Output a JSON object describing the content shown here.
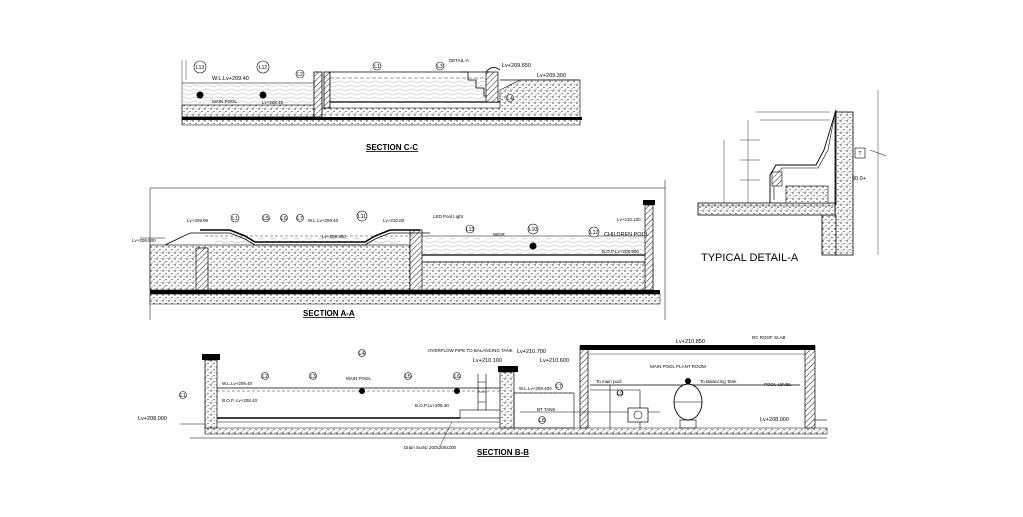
{
  "colors": {
    "ink": "#000000",
    "hatch": "#333333",
    "paper": "#ffffff"
  },
  "section_cc": {
    "title": "SECTION C-C",
    "tags": [
      "L13",
      "L12",
      "L2",
      "L1",
      "L3",
      "L4"
    ],
    "labels": {
      "main_pool": "MAIN POOL",
      "wl": "W.L.Lv+209.40",
      "bl": "Lv+208.40",
      "detail_a": "DETAIL-A",
      "lv_top": "Lv+209.650",
      "lv_right": "Lv+209.300"
    }
  },
  "section_aa": {
    "title": "SECTION A-A",
    "tags": [
      "L1",
      "L5",
      "L6",
      "L7",
      "L11",
      "L13",
      "L10",
      "L12"
    ],
    "labels": {
      "lv_left": "Lv+209.90",
      "lv_left2": "Lv+209.500",
      "wl_mid": "W.L.Lv+209.40",
      "lv_mid": "Lv+209.300",
      "lv_mid2": "Lv+210.00",
      "note": "LED Pool Light",
      "weir": "WEIR",
      "children_pool": "CHILDREN POOL",
      "lv_right": "Lv+210.100",
      "bop": "B.O.P Lv+208.900"
    }
  },
  "section_bb": {
    "title": "SECTION B-B",
    "tags": [
      "L1",
      "L2",
      "L3",
      "L4",
      "L5",
      "L6",
      "L7",
      "L8",
      "L9"
    ],
    "labels": {
      "lv_left": "Lv+208.000",
      "wl": "W.L.Lv+209.40",
      "bop_left": "B.O.P. Lv+208.40",
      "main_pool": "MAIN POOL",
      "bop_mid": "B.O.P.Lv+208.30",
      "lv_top1": "Lv+210.100",
      "lv_top2": "Lv+210.700",
      "lv_top3": "Lv+210.600",
      "lv_roof": "Lv+210.850",
      "wl2": "W.L.Lv+209.400",
      "balancing_tank": "BT TANK",
      "plant_room": "MAIN POOL PLANT ROOM",
      "to_pool": "To main pool",
      "to_balance": "To Balancing Tank",
      "pool_level": "POOL LEVEL",
      "roof_note": "RC ROOF SLAB",
      "lv_right": "Lv+208.000",
      "drain_note": "Drain Sump 200x200x200",
      "note_left": "OVERFLOW PIPE TO BALANCING TANK"
    }
  },
  "detail_a": {
    "title": "TYPICAL DETAIL-A",
    "tag": "T",
    "dim": "00.0+"
  }
}
